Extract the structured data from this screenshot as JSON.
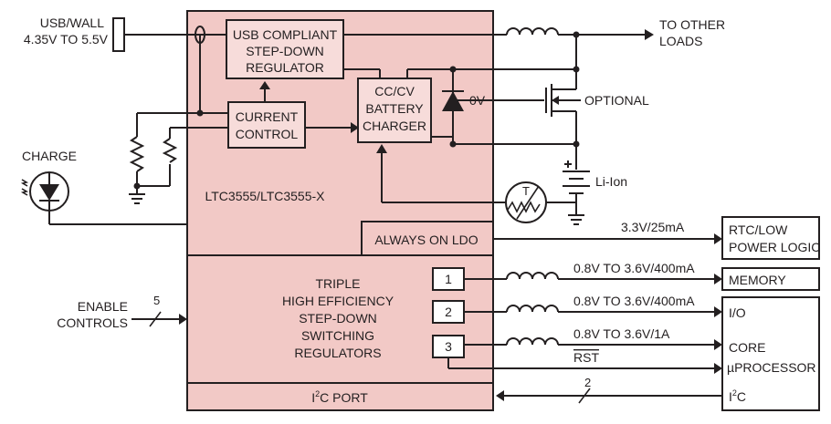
{
  "colors": {
    "chip_fill": "#f2c9c6",
    "inner_fill": "#f7dcda",
    "line": "#231f20",
    "background": "#ffffff"
  },
  "labels": {
    "usb_wall": "USB/WALL",
    "usb_range": "4.35V TO 5.5V",
    "usb_reg_1": "USB COMPLIANT",
    "usb_reg_2": "STEP-DOWN",
    "usb_reg_3": "REGULATOR",
    "to_other_1": "TO OTHER",
    "to_other_2": "LOADS",
    "ccv_1": "CC/CV",
    "ccv_2": "BATTERY",
    "ccv_3": "CHARGER",
    "zero_v": "0V",
    "optional": "OPTIONAL",
    "current_1": "CURRENT",
    "current_2": "CONTROL",
    "charge": "CHARGE",
    "part": "LTC3555/LTC3555-X",
    "li_ion": "Li-Ion",
    "thermistor_t": "T",
    "ldo": "ALWAYS ON LDO",
    "ldo_out": "3.3V/25mA",
    "rtc_1": "RTC/LOW",
    "rtc_2": "POWER LOGIC",
    "triple_1": "TRIPLE",
    "triple_2": "HIGH EFFICIENCY",
    "triple_3": "STEP-DOWN",
    "triple_4": "SWITCHING",
    "triple_5": "REGULATORS",
    "reg1": "1",
    "reg2": "2",
    "reg3": "3",
    "out1": "0.8V TO 3.6V/400mA",
    "out2": "0.8V TO 3.6V/400mA",
    "out3": "0.8V TO 3.6V/1A",
    "rst": "RST",
    "memory": "MEMORY",
    "io": "I/O",
    "core": "CORE",
    "uproc": "µPROCESSOR",
    "enable_1": "ENABLE",
    "enable_2": "CONTROLS",
    "bus5": "5",
    "bus2": "2",
    "i2c_port_i": "I",
    "i2c_port_sup": "2",
    "i2c_port_rest": "C PORT",
    "i2c_i": "I",
    "i2c_sup": "2",
    "i2c_c": "C"
  }
}
